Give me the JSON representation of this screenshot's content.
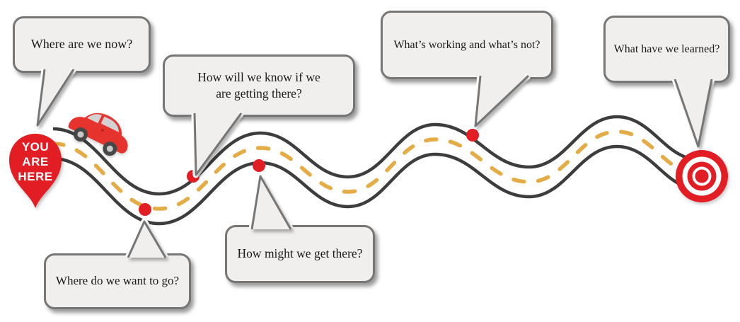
{
  "diagram": {
    "background": "#ffffff",
    "start_marker": {
      "lines": [
        "YOU",
        "ARE",
        "HERE"
      ]
    },
    "bubbles": [
      {
        "text": "Where are we now?"
      },
      {
        "text": "Where do we want to go?"
      },
      {
        "text": "How will we know if we\nare getting there?"
      },
      {
        "text": "How might we get there?"
      },
      {
        "text": "What’s working and what’s not?"
      },
      {
        "text": "What have we learned?"
      }
    ],
    "icons": {
      "start": "you-are-here-pin-icon",
      "vehicle": "car-icon",
      "milestone": "red-dot-marker",
      "finish": "bullseye-target-icon"
    },
    "colors": {
      "red": "#e21d24",
      "road_edge": "#3d3d3d",
      "road_dash": "#e5ab44",
      "bubble_fill": "#f0efee",
      "bubble_border": "#767676",
      "text": "#1b1b1b",
      "marker_text": "#ffffff"
    }
  }
}
